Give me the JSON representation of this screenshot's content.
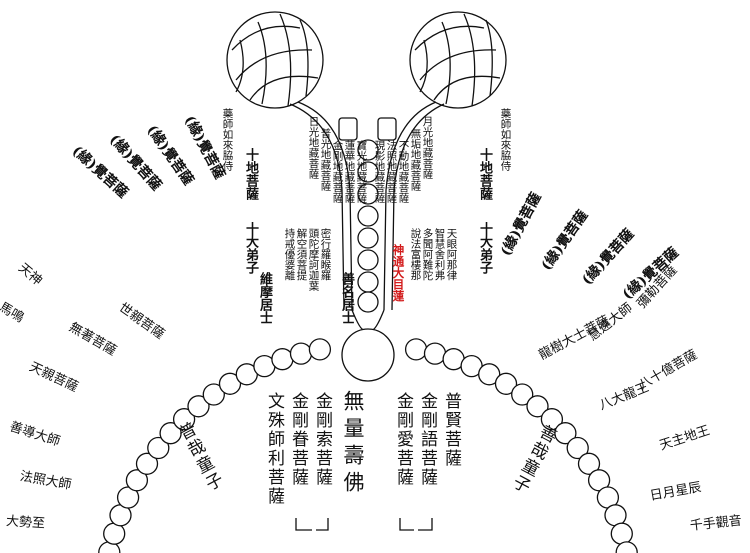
{
  "center": {
    "main": "無量壽佛",
    "right_column_a": "普賢菩薩",
    "right_column_b": "金剛語菩薩",
    "right_column_c": "金剛愛菩薩",
    "left_column_a": "金剛索菩薩",
    "left_column_b": "金剛眷菩薩",
    "left_column_c": "文殊師利菩薩"
  },
  "arc_labels": {
    "left_child": "普哉童子",
    "right_child": "善哉童子"
  },
  "upper_right": {
    "col1": "月光地藏菩薩",
    "col2": "無垢地藏菩薩",
    "col3": "不動地藏菩薩",
    "col4": "法照地藏菩薩",
    "col5": "現影地藏菩薩",
    "bodhisattva_label": "十地菩薩",
    "disciples_label": "十大弟子",
    "disciple_col1": "天眼阿那律",
    "disciple_col2": "智慧舍利弗",
    "disciple_col3": "多聞阿難陀",
    "disciple_col4": "說法富樓那",
    "red_name": "神通大目蓮",
    "attendant": "藥師如來脇侍"
  },
  "upper_left": {
    "col1": "日光地藏菩薩",
    "col2": "普光地藏菩薩",
    "col3": "金剛地藏菩薩",
    "col4": "蓮華地藏菩薩",
    "col5": "寶光地藏菩薩",
    "bodhisattva_label": "十地菩薩",
    "disciples_label": "十大弟子",
    "disciple_col1": "持戒優婆離",
    "disciple_col2": "解空須菩提",
    "disciple_col3": "頭陀摩訶迦葉",
    "disciple_col4": "密行羅睺羅",
    "lay_col1": "維摩居士",
    "lay_col2": "善名居士",
    "attendant": "藥師如來脇侍"
  },
  "fans": {
    "right_1": "(緣)覺菩薩",
    "right_2": "(緣)覺菩薩",
    "right_3": "(緣)覺菩薩",
    "right_4": "(緣)覺菩薩",
    "left_1": "(緣)覺菩薩",
    "left_2": "(緣)覺菩薩",
    "left_3": "(緣)覺菩薩",
    "left_4": "(緣)覺菩薩"
  },
  "outer_right": {
    "r1": "龍樹大士菩薩",
    "r2": "慧遠大師",
    "r3": "彌勒菩薩",
    "r4": "八大龍王",
    "r5": "八十億菩薩",
    "r6": "天主地王",
    "r7": "日月星辰",
    "r8": "千手觀音"
  },
  "outer_left": {
    "l1": "世親菩薩",
    "l2": "無著菩薩",
    "l3": "天親菩薩",
    "l4": "天神",
    "l5": "馬鳴",
    "l6": "善導大師",
    "l7": "法照大師",
    "l8": "大勢至"
  },
  "colors": {
    "line": "#111111",
    "red": "#d21a1a",
    "background": "#ffffff"
  }
}
